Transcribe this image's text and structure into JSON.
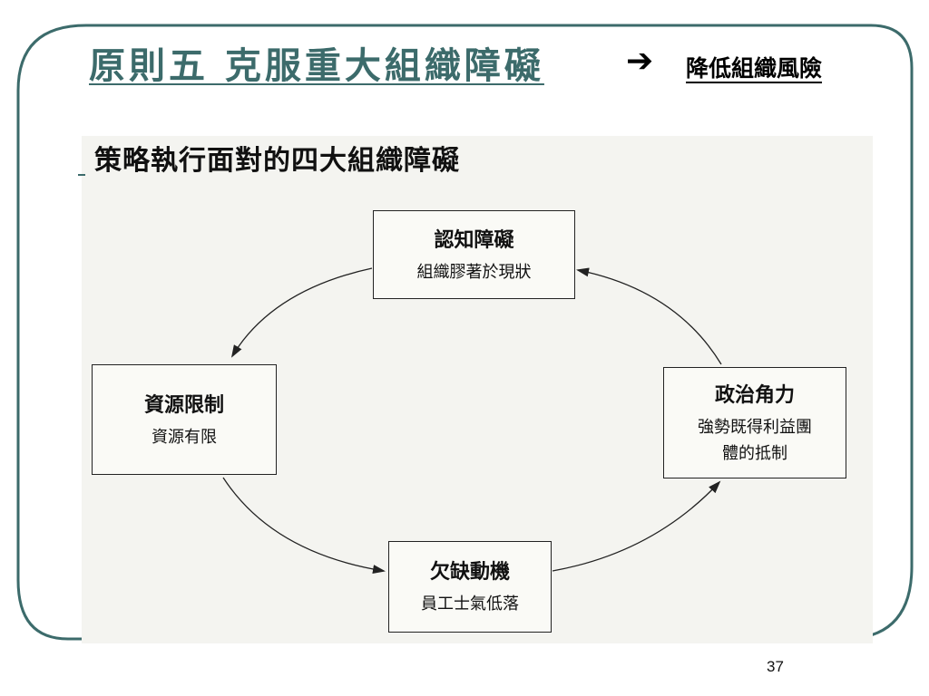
{
  "slide": {
    "title": "原則五  克服重大組織障礙",
    "title_arrow": "➔",
    "title_sub": "降低組織風險",
    "heading": "策略執行面對的四大組織障礙",
    "page_number": "37"
  },
  "diagram": {
    "nodes": [
      {
        "id": "cognitive",
        "title": "認知障礙",
        "desc": [
          "組織膠著於現狀"
        ]
      },
      {
        "id": "resource",
        "title": "資源限制",
        "desc": [
          "資源有限"
        ]
      },
      {
        "id": "political",
        "title": "政治角力",
        "desc": [
          "強勢既得利益團",
          "體的抵制"
        ]
      },
      {
        "id": "motivation",
        "title": "欠缺動機",
        "desc": [
          "員工士氣低落"
        ]
      }
    ],
    "edges": [
      {
        "from": "cognitive",
        "to": "resource"
      },
      {
        "from": "resource",
        "to": "motivation"
      },
      {
        "from": "motivation",
        "to": "political"
      },
      {
        "from": "political",
        "to": "cognitive"
      }
    ]
  },
  "colors": {
    "frame": "#3c6b6b",
    "title": "#3c6b6b",
    "text": "#111111"
  }
}
